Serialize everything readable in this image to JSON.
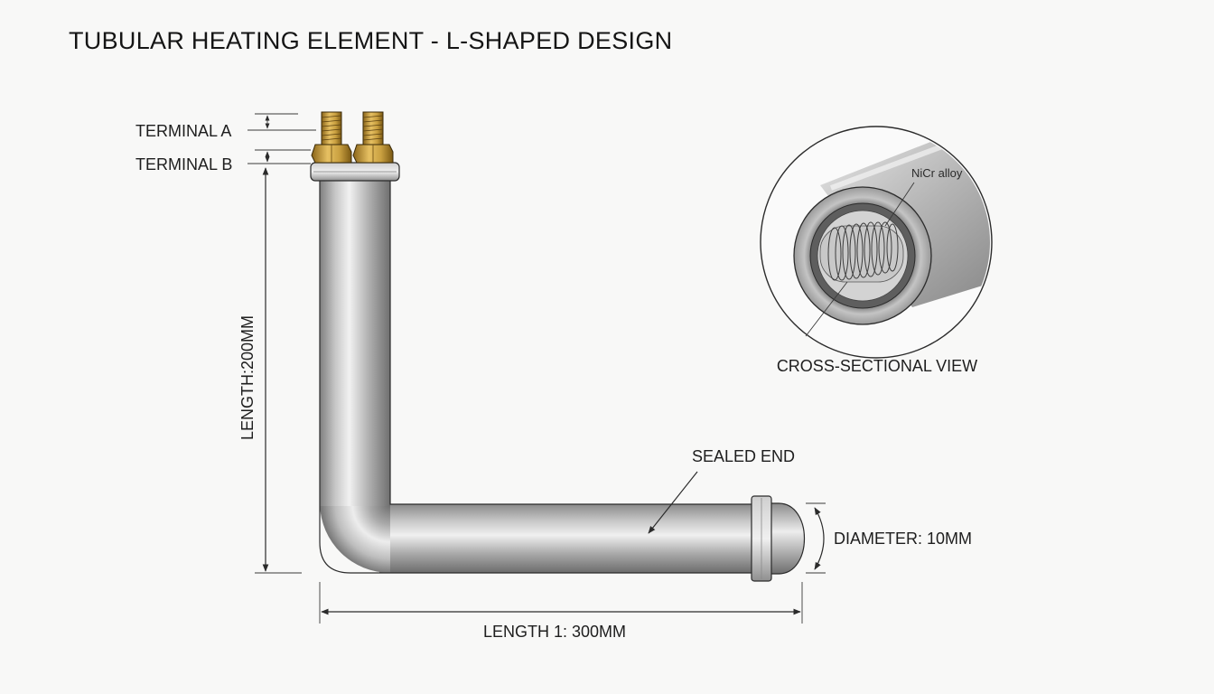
{
  "title": "TUBULAR HEATING ELEMENT - L-SHAPED DESIGN",
  "labels": {
    "terminal_a": "TERMINAL A",
    "terminal_b": "TERMINAL B",
    "length_vertical": "LENGTH:200MM",
    "length_horizontal": "LENGTH 1: 300MM",
    "sealed_end": "SEALED END",
    "diameter": "DIAMETER: 10MM",
    "cross_section_title": "CROSS-SECTIONAL VIEW",
    "coil_material": "NiCr alloy"
  },
  "colors": {
    "background": "#f8f8f7",
    "tube_highlight": "#eeeeee",
    "tube_mid": "#b8b8b8",
    "tube_shadow": "#7a7a7a",
    "brass": "#c9a040",
    "outline": "#2b2b2b"
  }
}
